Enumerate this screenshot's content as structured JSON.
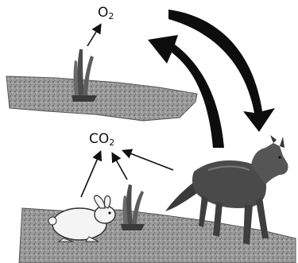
{
  "labels": {
    "oxygen": {
      "base": "O",
      "sub": "2"
    },
    "carbon_dioxide": {
      "base": "CO",
      "sub": "2"
    }
  },
  "colors": {
    "ink": "#111111",
    "ground_dark": "#6f6f6f",
    "ground_light": "#a9a9a9",
    "animal_fur": "#4a4a4a",
    "rabbit_fur": "#f4f4f4"
  },
  "icons": [
    "grass-clump-icon",
    "rabbit-icon",
    "coyote-icon",
    "cycle-arrow-icon",
    "gas-arrow-icon"
  ]
}
